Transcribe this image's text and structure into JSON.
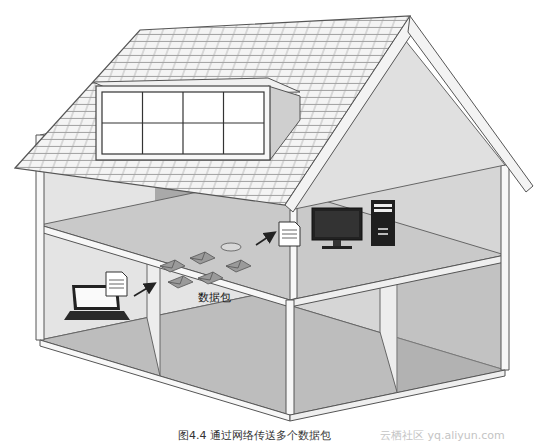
{
  "diagram": {
    "caption": "图4.4 通过网络传送多个数据包",
    "labels": [
      "数据包",
      "云栖社区 yq.aliyun.com"
    ]
  }
}
